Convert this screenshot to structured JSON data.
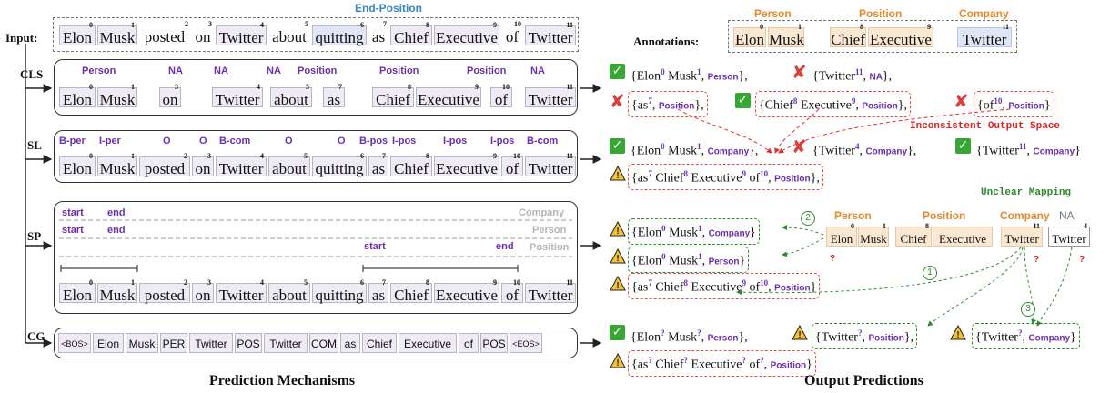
{
  "input_label": "Input:",
  "end_position_label": "End-Position",
  "input_tokens": [
    {
      "t": "Elon",
      "i": "0"
    },
    {
      "t": "Musk",
      "i": "1"
    },
    {
      "t": "posted",
      "i": "2"
    },
    {
      "t": "on",
      "i": "3"
    },
    {
      "t": "Twitter",
      "i": "4"
    },
    {
      "t": "about",
      "i": "5"
    },
    {
      "t": "quitting",
      "i": "6"
    },
    {
      "t": "as",
      "i": "7"
    },
    {
      "t": "Chief",
      "i": "8"
    },
    {
      "t": "Executive",
      "i": "9"
    },
    {
      "t": "of",
      "i": "10"
    },
    {
      "t": "Twitter",
      "i": "11"
    }
  ],
  "annotations_label": "Annotations:",
  "annotation_labels": [
    "Person",
    "Position",
    "Company"
  ],
  "annotation_tokens": [
    {
      "t": "Elon",
      "i": "0"
    },
    {
      "t": "Musk",
      "i": "1"
    },
    {
      "t": "Chief",
      "i": "8"
    },
    {
      "t": "Executive",
      "i": "9"
    },
    {
      "t": "Twitter",
      "i": "11"
    }
  ],
  "rows": {
    "cls": {
      "label": "CLS",
      "tags": [
        "Person",
        "NA",
        "NA",
        "NA",
        "Position",
        "Position",
        "Position",
        "NA"
      ],
      "tokens": [
        {
          "t": "Elon",
          "i": "0"
        },
        {
          "t": "Musk",
          "i": "1"
        },
        {
          "t": "on",
          "i": "3"
        },
        {
          "t": "Twitter",
          "i": "4"
        },
        {
          "t": "about",
          "i": "5"
        },
        {
          "t": "as",
          "i": "7"
        },
        {
          "t": "Chief",
          "i": "8"
        },
        {
          "t": "Executive",
          "i": "9"
        },
        {
          "t": "of",
          "i": "10"
        },
        {
          "t": "Twitter",
          "i": "11"
        }
      ]
    },
    "sl": {
      "label": "SL",
      "tags": [
        "B-per",
        "I-per",
        "O",
        "O",
        "B-com",
        "O",
        "O",
        "B-pos",
        "I-pos",
        "I-pos",
        "I-pos",
        "B-com"
      ]
    },
    "sp": {
      "label": "SP",
      "lines": [
        {
          "start": "start",
          "end": "end",
          "type": "Company"
        },
        {
          "start": "start",
          "end": "end",
          "type": "Person"
        },
        {
          "start": "start",
          "end": "end",
          "type": "Position"
        }
      ]
    },
    "cg": {
      "label": "CG",
      "tokens": [
        "<BOS>",
        "Elon",
        "Musk",
        "PER",
        "Twitter",
        "POS",
        "Twitter",
        "COM",
        "as",
        "Chief",
        "Executive",
        "of",
        "POS",
        "<EOS>"
      ]
    }
  },
  "predictions": {
    "cls": [
      {
        "text": "{Elon",
        "s1": "0",
        "m": " Musk",
        "s2": "1",
        "type": "Person",
        "mark": "check"
      },
      {
        "text": "{Twitter",
        "s1": "11",
        "type": "NA",
        "mark": "cross"
      },
      {
        "text": "{as",
        "s1": "7",
        "type": "Position",
        "mark": "cross"
      },
      {
        "text": "{Chief",
        "s1": "8",
        "m": " Executive",
        "s2": "9",
        "type": "Position",
        "mark": "check"
      },
      {
        "text": "{of",
        "s1": "10",
        "type": "Position",
        "mark": "cross"
      }
    ],
    "inconsistent": "Inconsistent Output Space",
    "sl": [
      {
        "text": "{Elon",
        "s1": "0",
        "m": " Musk",
        "s2": "1",
        "type": "Company",
        "mark": "check"
      },
      {
        "text": "{Twitter",
        "s1": "4",
        "type": "Company",
        "mark": "cross"
      },
      {
        "text": "{Twitter",
        "s1": "11",
        "type": "Company",
        "mark": "check"
      },
      {
        "text": "{as",
        "s1": "7",
        "m": " Chief",
        "s2": "8",
        "m2": " Executive",
        "s3": "9",
        "m3": " of",
        "s4": "10",
        "type": "Position",
        "mark": "warn"
      }
    ],
    "unclear": "Unclear Mapping",
    "sp": [
      {
        "text": "{Elon",
        "s1": "0",
        "m": " Musk",
        "s2": "1",
        "type": "Company",
        "mark": "warn"
      },
      {
        "text": "{Elon",
        "s1": "0",
        "m": " Musk",
        "s2": "1",
        "type": "Person",
        "mark": "warn"
      },
      {
        "text": "{as",
        "s1": "7",
        "m": " Chief",
        "s2": "8",
        "m2": " Executive",
        "s3": "9",
        "m3": " of",
        "s4": "10",
        "type": "Position",
        "mark": "warn"
      }
    ],
    "sp_map": {
      "labels": [
        "Person",
        "Position",
        "Company",
        "NA"
      ],
      "tokens": [
        {
          "t": "Elon",
          "i": "0"
        },
        {
          "t": "Musk",
          "i": "1"
        },
        {
          "t": "Chief",
          "i": "8"
        },
        {
          "t": "Executive",
          "i": ""
        },
        {
          "t": "Twitter",
          "i": "11"
        },
        {
          "t": "Twitter",
          "i": "4"
        }
      ],
      "circles": [
        "1",
        "2",
        "3"
      ],
      "q": "?"
    },
    "cg": [
      {
        "text": "{Elon",
        "s1": "?",
        "m": " Musk",
        "s2": "?",
        "type": "Person",
        "mark": "check"
      },
      {
        "text": "{Twitter",
        "s1": "?",
        "type": "Position",
        "mark": "warn"
      },
      {
        "text": "{Twitter",
        "s1": "?",
        "type": "Company",
        "mark": "warn"
      },
      {
        "text": "{as",
        "s1": "?",
        "m": " Chief",
        "s2": "?",
        "m2": " Executive",
        "s3": "?",
        "m3": " of",
        "s4": "?",
        "type": "Position",
        "mark": "warn"
      }
    ]
  },
  "captions": {
    "left": "Prediction Mechanisms",
    "right": "Output Predictions"
  }
}
